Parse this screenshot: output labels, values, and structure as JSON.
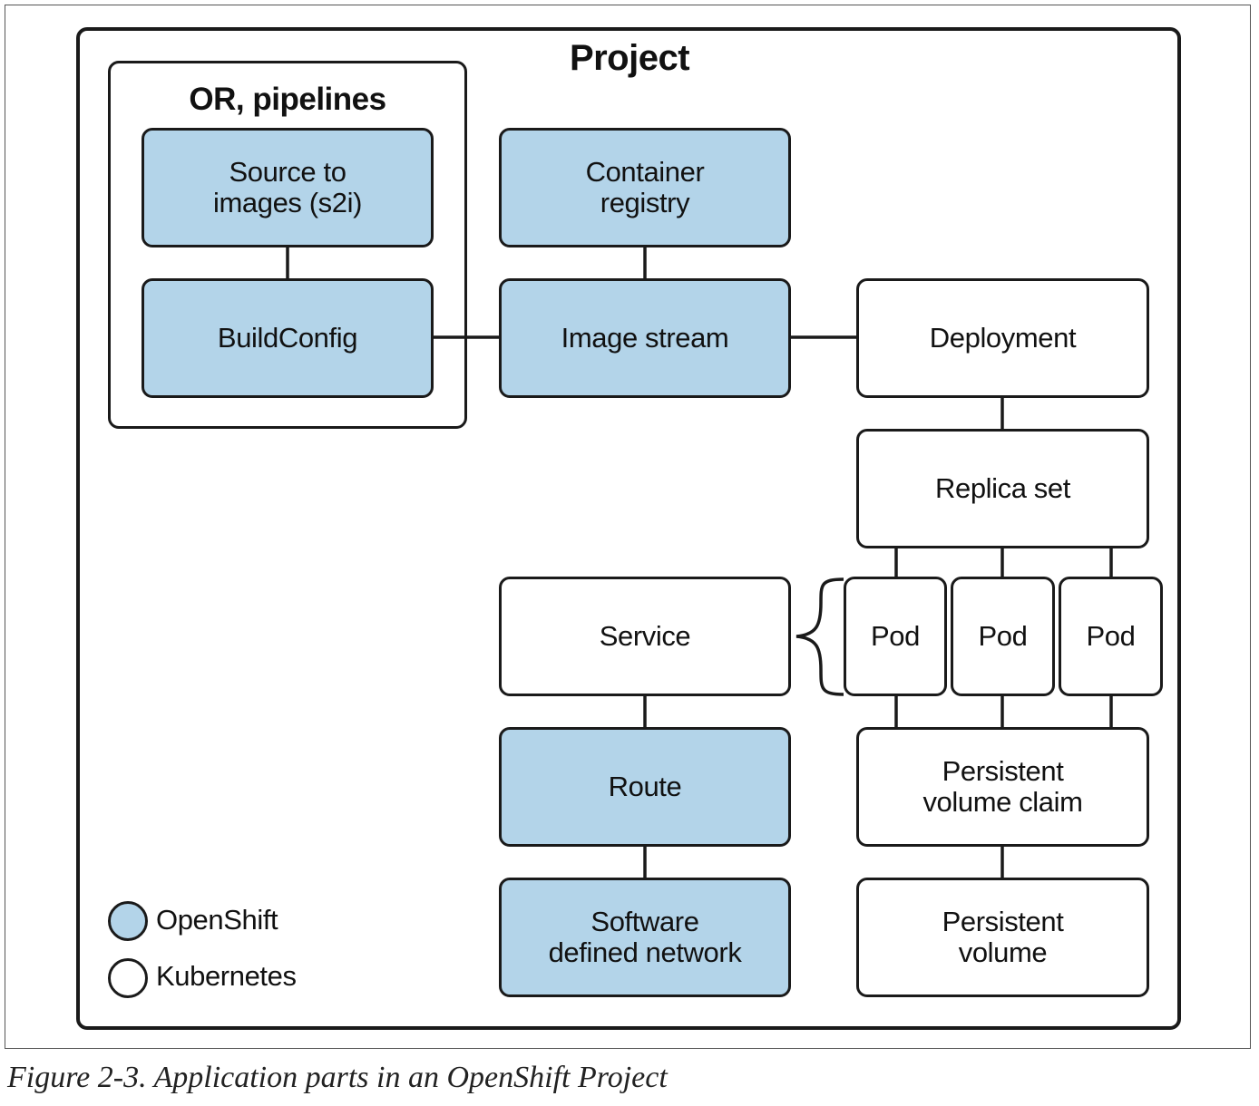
{
  "diagram": {
    "project_title": "Project",
    "group_title": "OR, pipelines",
    "nodes": {
      "s2i": "Source to\nimages (s2i)",
      "buildconfig": "BuildConfig",
      "registry": "Container\nregistry",
      "imagestream": "Image stream",
      "deployment": "Deployment",
      "replicaset": "Replica set",
      "service": "Service",
      "pod1": "Pod",
      "pod2": "Pod",
      "pod3": "Pod",
      "route": "Route",
      "pvc": "Persistent\nvolume claim",
      "sdn": "Software\ndefined network",
      "pv": "Persistent\nvolume"
    },
    "legend": {
      "openshift": "OpenShift",
      "kubernetes": "Kubernetes"
    },
    "colors": {
      "openshift_fill": "#b3d4e9",
      "kubernetes_fill": "#ffffff",
      "stroke": "#1a1a1a"
    }
  },
  "caption": "Figure 2-3. Application parts in an OpenShift Project"
}
